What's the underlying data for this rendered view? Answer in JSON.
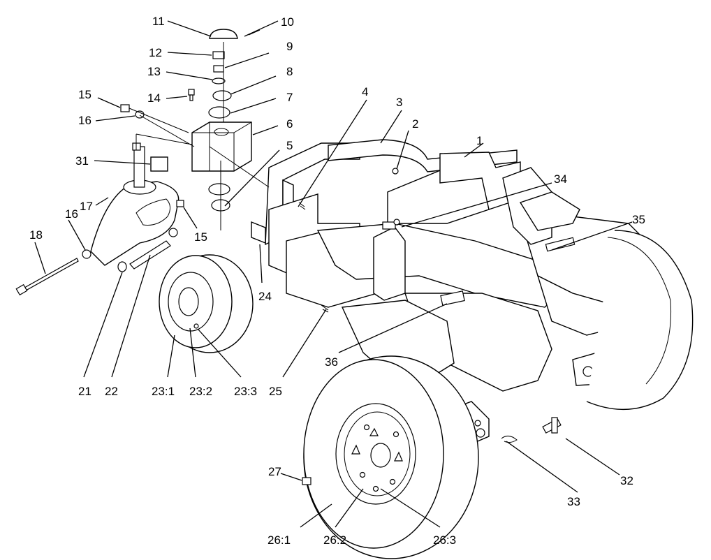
{
  "callouts": [
    "1",
    "2",
    "3",
    "4",
    "5",
    "6",
    "7",
    "8",
    "9",
    "10",
    "11",
    "12",
    "13",
    "14",
    "15",
    "16",
    "31",
    "17",
    "15",
    "16",
    "18",
    "21",
    "22",
    "23:1",
    "23:2",
    "23:3",
    "24",
    "25",
    "34",
    "35",
    "36",
    "27",
    "26:1",
    "26:2",
    "26:3",
    "33",
    "32"
  ]
}
